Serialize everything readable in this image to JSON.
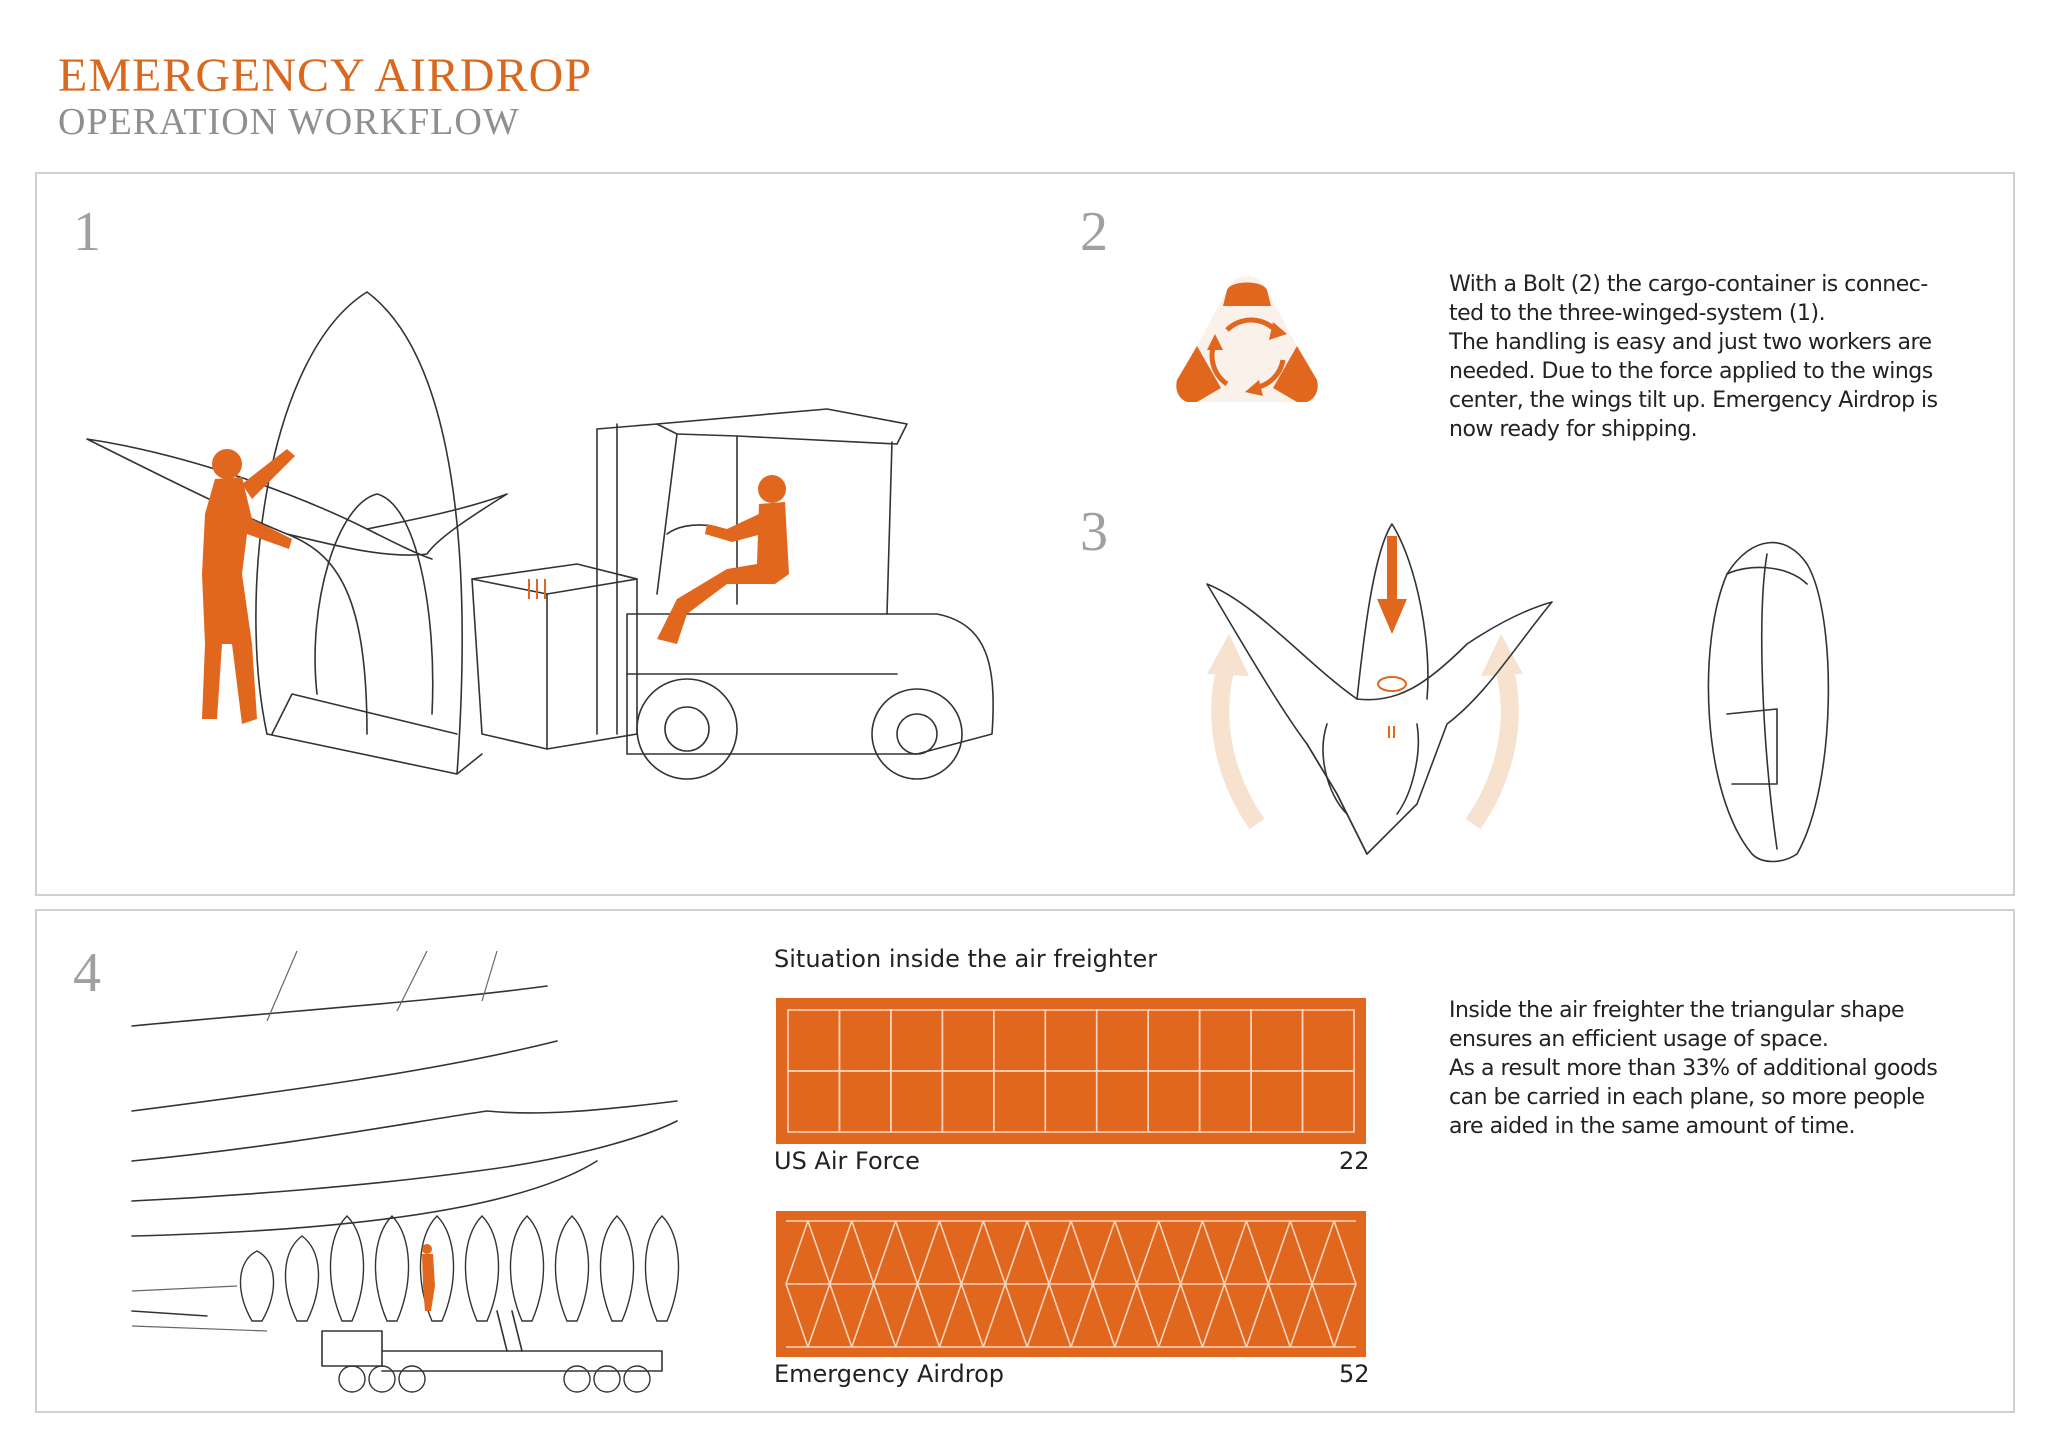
{
  "title": {
    "main": "EMERGENCY AIRDROP",
    "sub": "OPERATION WORKFLOW"
  },
  "steps": {
    "s1": "1",
    "s2": "2",
    "s3": "3",
    "s4": "4"
  },
  "step2_text": [
    "With a Bolt (2) the cargo-container is connec-",
    "ted to the three-winged-system (1).",
    "The handling is easy and just two workers are",
    "needed. Due to the force applied to the wings",
    "center, the wings tilt up. Emergency Airdrop is",
    "now ready for shipping."
  ],
  "step4_heading": "Situation inside the air freighter",
  "step4_text": [
    "Inside the air freighter the triangular shape",
    "ensures an efficient usage of space.",
    "As a result more than 33% of additional goods",
    "can be carried in each plane, so more people",
    "are aided in the same amount of time."
  ],
  "comparison": {
    "us_air_force": {
      "label": "US Air Force",
      "count": "22",
      "columns": 11,
      "rows": 2
    },
    "emergency_airdrop": {
      "label": "Emergency Airdrop",
      "count": "52"
    }
  },
  "colors": {
    "accent": "#e0671d",
    "title_orange": "#d9691f",
    "title_gray": "#8f8f8f",
    "border": "#cfcfcf"
  }
}
